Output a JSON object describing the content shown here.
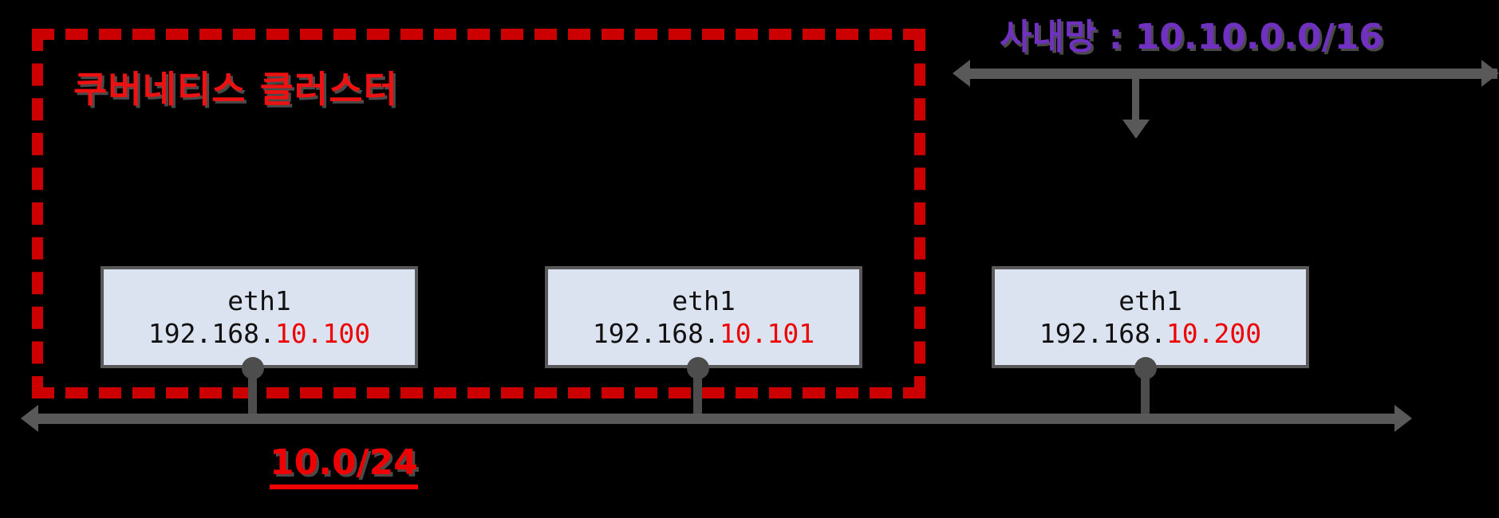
{
  "diagram": {
    "cluster": {
      "title": "쿠버네티스 클러스터",
      "border_color": "#cc0000"
    },
    "corporate_network": {
      "label": "사내망 : 10.10.0.0/16",
      "label_color": "#7030c0"
    },
    "subnet": {
      "label": "10.0/24",
      "label_color": "#ee0000"
    },
    "nodes": [
      {
        "interface": "eth1",
        "ip_prefix": "192.168.",
        "ip_suffix": "10.100",
        "in_cluster": true
      },
      {
        "interface": "eth1",
        "ip_prefix": "192.168.",
        "ip_suffix": "10.101",
        "in_cluster": true
      },
      {
        "interface": "eth1",
        "ip_prefix": "192.168.",
        "ip_suffix": "10.200",
        "in_cluster": false
      }
    ],
    "colors": {
      "node_fill": "#dbe2f0",
      "node_border": "#595959",
      "bus_line": "#595959",
      "highlight_red": "#ee0000",
      "purple": "#7030c0"
    }
  }
}
